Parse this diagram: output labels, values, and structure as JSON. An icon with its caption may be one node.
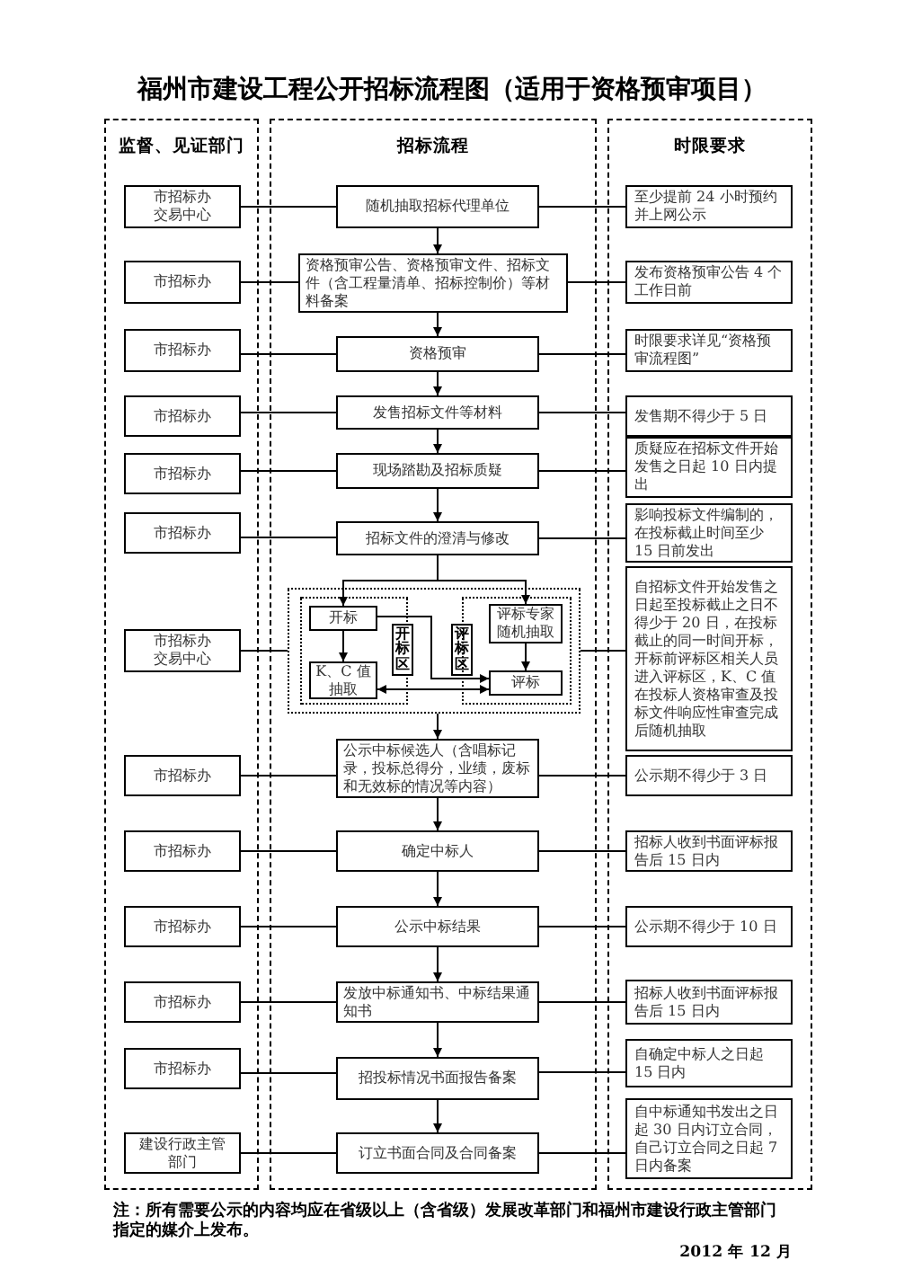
{
  "diagram": {
    "title": "福州市建设工程公开招标流程图（适用于资格预审项目）",
    "caption": "注：所有需要公示的内容均应在省级以上（含省级）发展改革部门和福州市建设行政主管部门指定的媒介上发布。",
    "nodes": [
      {
        "text": [
          "监督、见证部门"
        ]
      },
      {
        "text": [
          "招标流程"
        ]
      },
      {
        "text": [
          "时限要求"
        ]
      },
      {
        "text": [
          "市招标办交易中心"
        ],
        "in": 0
      },
      {
        "text": [
          "随机抽取招标代理单位"
        ],
        "in": 1
      },
      {
        "text": [
          "至少提前 24 小时预约并上网公示"
        ],
        "in": 2
      },
      {
        "text": [
          "市招标办"
        ],
        "in": 0
      },
      {
        "text": [
          "资格预审公告、资格预审文件、招标文件（含工程量清单、招标控制价）等材料备案"
        ],
        "in": 1
      },
      {
        "text": [
          "发布资格预审公告 4 个工作日前"
        ],
        "in": 2
      },
      {
        "text": [
          "市招标办"
        ],
        "in": 0
      },
      {
        "text": [
          "资格预审"
        ],
        "in": 1
      },
      {
        "text": [
          "时限要求详见“资格预审流程图”"
        ],
        "in": 2
      },
      {
        "text": [
          "市招标办"
        ],
        "in": 0
      },
      {
        "text": [
          "发售招标文件等材料"
        ],
        "in": 1
      },
      {
        "text": [
          "发售期不得少于 5 日"
        ],
        "in": 2
      },
      {
        "text": [
          "市招标办"
        ],
        "in": 0
      },
      {
        "text": [
          "现场踏勘及招标质疑"
        ],
        "in": 1
      },
      {
        "text": [
          "质疑应在招标文件开始发售之日起 10 日内提出"
        ],
        "in": 2
      },
      {
        "text": [
          "市招标办"
        ],
        "in": 0
      },
      {
        "text": [
          "招标文件的澄清与修改"
        ],
        "in": 1
      },
      {
        "text": [
          "影响投标文件编制的，在投标截止时间至少 15 日前发出"
        ],
        "in": 2
      },
      {
        "text": [
          "市招标办交易中心"
        ],
        "in": 0
      },
      {
        "text": [],
        "shape": "box",
        "in": 1
      },
      {
        "text": [],
        "shape": "box",
        "in": 22
      },
      {
        "text": [
          "开标"
        ],
        "in": 23
      },
      {
        "text": [
          "K、C 值抽取"
        ],
        "in": 23
      },
      {
        "text": [
          "开标区"
        ],
        "in": 22
      },
      {
        "text": [
          "评标区"
        ],
        "in": 22
      },
      {
        "text": [],
        "shape": "box",
        "in": 22
      },
      {
        "text": [
          "评标专家随机抽取"
        ],
        "in": 28
      },
      {
        "text": [
          "评标"
        ],
        "in": 28
      },
      {
        "text": [
          "自招标文件开始发售之日起至投标截止之日不得少于 20 日，在投标截止的同一时间开标，开标前评标区相关人员进入评标区，K、C 值在投标人资格审查及投标文件响应性审查完成后随机抽取"
        ],
        "in": 2
      },
      {
        "text": [
          "市招标办"
        ],
        "in": 0
      },
      {
        "text": [
          "公示中标候选人（含唱标记录，投标总得分，业绩，废标和无效标的情况等内容）"
        ],
        "in": 1
      },
      {
        "text": [
          "公示期不得少于 3 日"
        ],
        "in": 2
      },
      {
        "text": [
          "市招标办"
        ],
        "in": 0
      },
      {
        "text": [
          "确定中标人"
        ],
        "in": 1
      },
      {
        "text": [
          "招标人收到书面评标报告后 15 日内"
        ],
        "in": 2
      },
      {
        "text": [
          "市招标办"
        ],
        "in": 0
      },
      {
        "text": [
          "公示中标结果"
        ],
        "in": 1
      },
      {
        "text": [
          "公示期不得少于 10 日"
        ],
        "in": 2
      },
      {
        "text": [
          "市招标办"
        ],
        "in": 0
      },
      {
        "text": [
          "发放中标通知书、中标结果通知书"
        ],
        "in": 1
      },
      {
        "text": [
          "招标人收到书面评标报告后 15 日内"
        ],
        "in": 2
      },
      {
        "text": [
          "市招标办"
        ],
        "in": 0
      },
      {
        "text": [
          "招投标情况书面报告备案"
        ],
        "in": 1
      },
      {
        "text": [
          "自确定中标人之日起 15 日内"
        ],
        "in": 2
      },
      {
        "text": [
          "建设行政主管部门"
        ],
        "in": 0
      },
      {
        "text": [
          "订立书面合同及合同备案"
        ],
        "in": 1
      },
      {
        "text": [
          "自中标通知书发出之日起 30 日内订立合同，自己订立合同之日起 7 日内备案"
        ],
        "in": 2
      }
    ],
    "edges": [
      {
        "from": 3,
        "to": 4,
        "arrow": "none"
      },
      {
        "from": 4,
        "to": 5,
        "arrow": "none"
      },
      {
        "from": 4,
        "to": 7,
        "arrow": "to"
      },
      {
        "from": 6,
        "to": 7,
        "arrow": "none"
      },
      {
        "from": 7,
        "to": 8,
        "arrow": "none"
      },
      {
        "from": 7,
        "to": 10,
        "arrow": "to"
      },
      {
        "from": 9,
        "to": 10,
        "arrow": "none"
      },
      {
        "from": 10,
        "to": 11,
        "arrow": "none"
      },
      {
        "from": 10,
        "to": 13,
        "arrow": "to"
      },
      {
        "from": 12,
        "to": 13,
        "arrow": "none"
      },
      {
        "from": 13,
        "to": 14,
        "arrow": "none"
      },
      {
        "from": 13,
        "to": 16,
        "arrow": "to"
      },
      {
        "from": 15,
        "to": 16,
        "arrow": "none"
      },
      {
        "from": 16,
        "to": 17,
        "arrow": "none"
      },
      {
        "from": 16,
        "to": 19,
        "arrow": "to"
      },
      {
        "from": 18,
        "to": 19,
        "arrow": "none"
      },
      {
        "from": 19,
        "to": 20,
        "arrow": "none"
      },
      {
        "from": 19,
        "to": 24,
        "arrow": "to"
      },
      {
        "from": 19,
        "to": 29,
        "arrow": "to"
      },
      {
        "from": 21,
        "to": 22,
        "arrow": "none"
      },
      {
        "from": 22,
        "to": 31,
        "arrow": "none"
      },
      {
        "from": 24,
        "to": 25,
        "arrow": "to"
      },
      {
        "from": 24,
        "to": 30,
        "arrow": "to"
      },
      {
        "from": 29,
        "to": 30,
        "arrow": "to"
      },
      {
        "from": 25,
        "to": 30,
        "arrow": "both"
      },
      {
        "from": 22,
        "to": 33,
        "arrow": "to"
      },
      {
        "from": 32,
        "to": 33,
        "arrow": "none"
      },
      {
        "from": 33,
        "to": 34,
        "arrow": "none"
      },
      {
        "from": 33,
        "to": 36,
        "arrow": "to"
      },
      {
        "from": 35,
        "to": 36,
        "arrow": "none"
      },
      {
        "from": 36,
        "to": 37,
        "arrow": "none"
      },
      {
        "from": 36,
        "to": 39,
        "arrow": "to"
      },
      {
        "from": 38,
        "to": 39,
        "arrow": "none"
      },
      {
        "from": 39,
        "to": 40,
        "arrow": "none"
      },
      {
        "from": 39,
        "to": 42,
        "arrow": "to"
      },
      {
        "from": 41,
        "to": 42,
        "arrow": "none"
      },
      {
        "from": 42,
        "to": 43,
        "arrow": "none"
      },
      {
        "from": 42,
        "to": 45,
        "arrow": "to"
      },
      {
        "from": 44,
        "to": 45,
        "arrow": "none"
      },
      {
        "from": 45,
        "to": 46,
        "arrow": "none"
      },
      {
        "from": 45,
        "to": 48,
        "arrow": "to"
      },
      {
        "from": 47,
        "to": 48,
        "arrow": "none"
      },
      {
        "from": 48,
        "to": 49,
        "arrow": "none"
      }
    ],
    "labels": [
      "2012 年 12 月"
    ]
  }
}
